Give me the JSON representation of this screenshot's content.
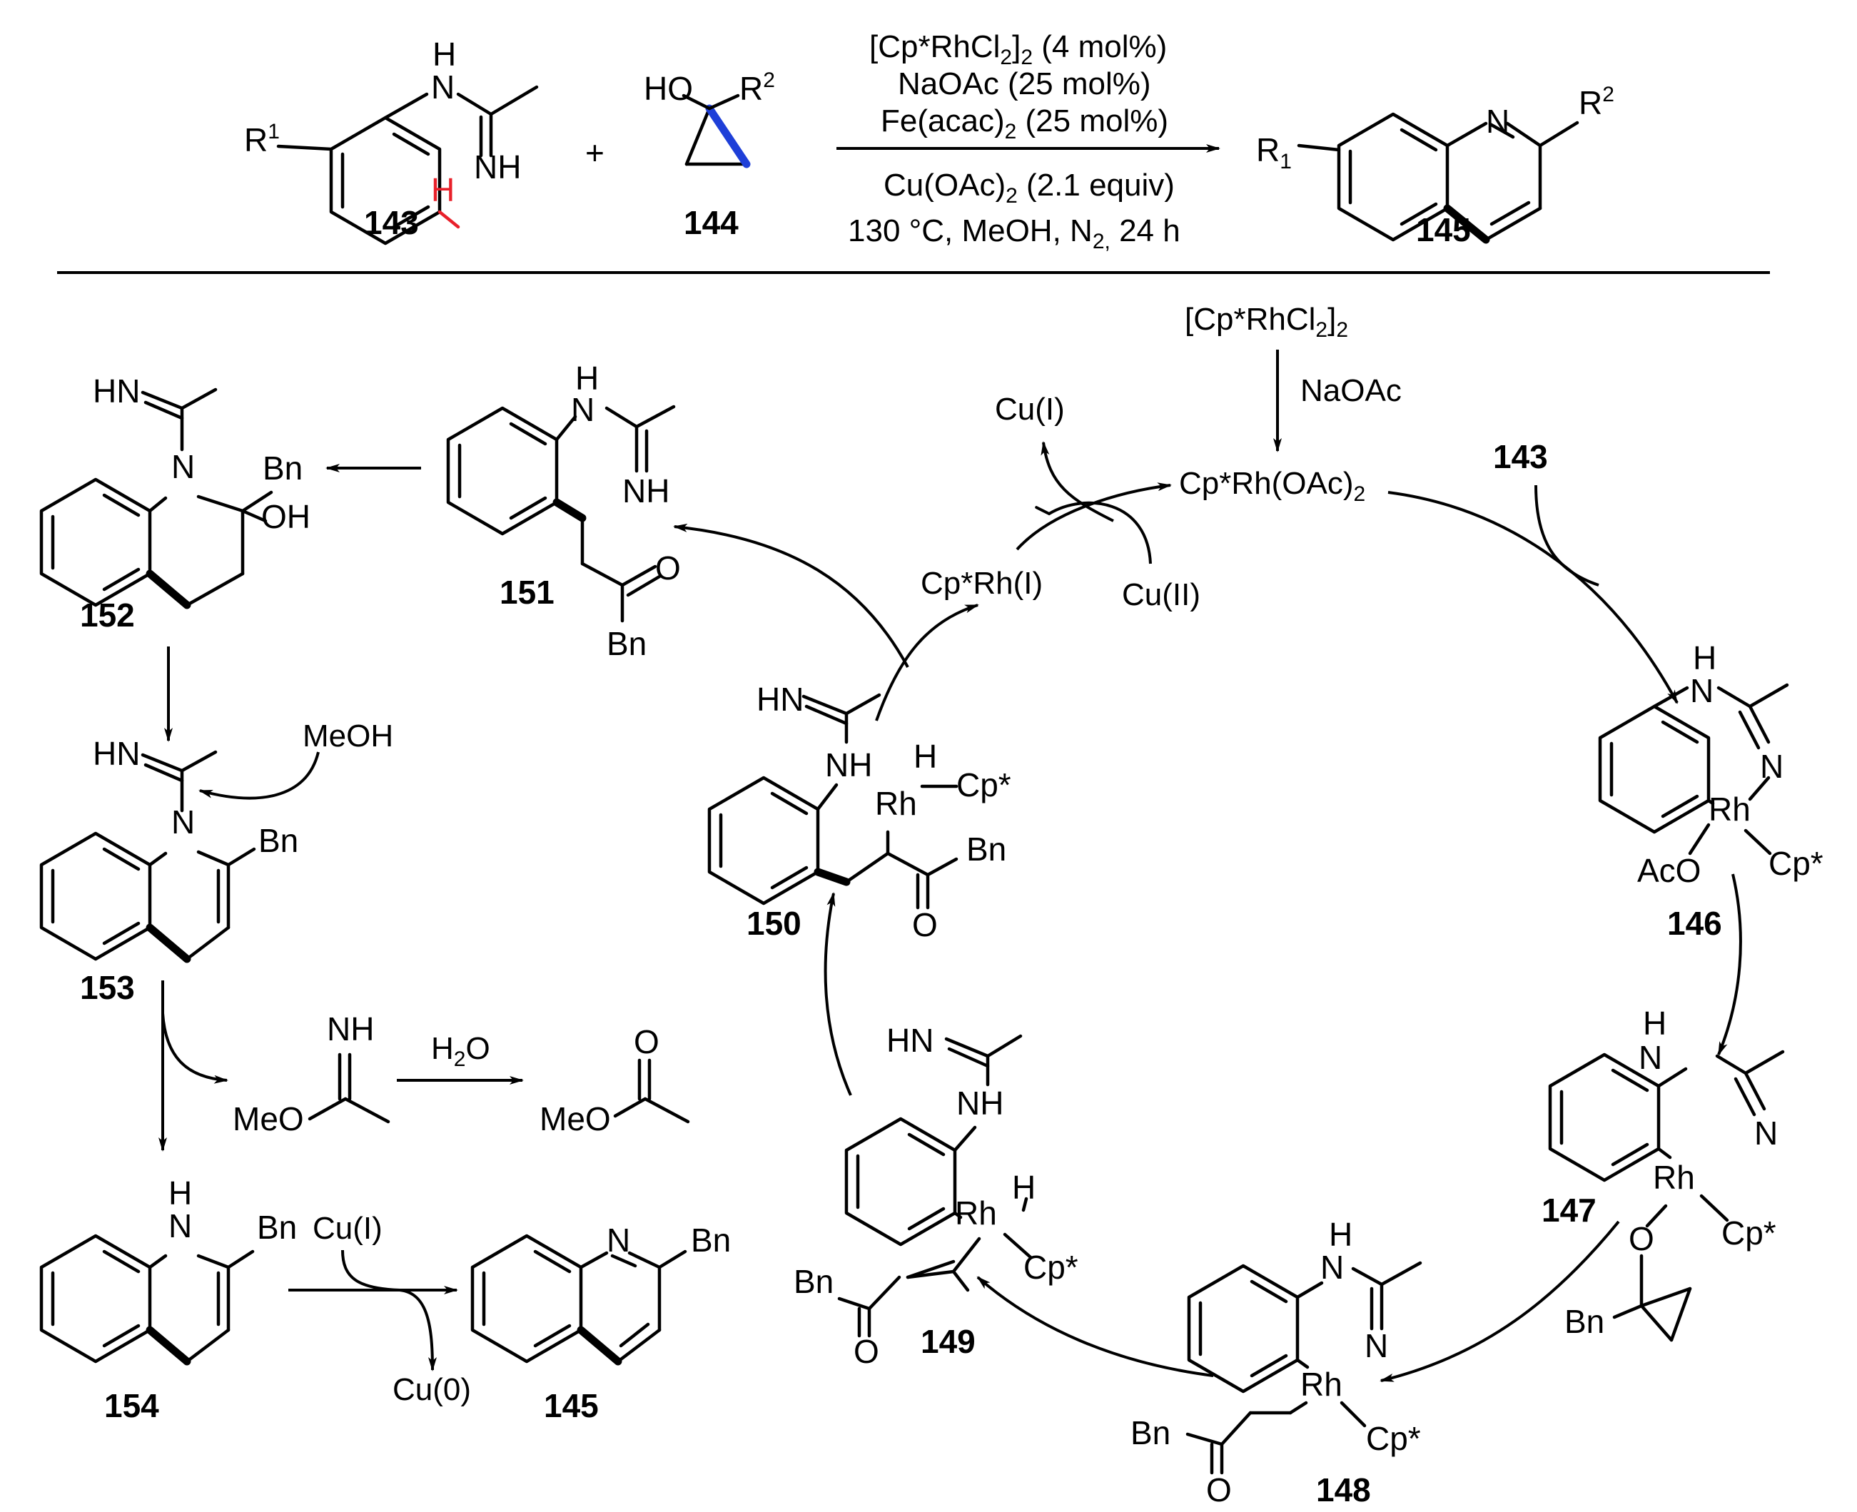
{
  "reaction": {
    "reactant1": "143",
    "reactant2": "144",
    "product": "145",
    "plus": "+",
    "conditions": {
      "line1_a": "[Cp*RhCl",
      "line1_sub1": "2",
      "line1_b": "]",
      "line1_sub2": "2",
      "line1_c": " (4 mol%)",
      "line2": "NaOAc (25 mol%)",
      "line3_a": "Fe(acac)",
      "line3_sub": "2",
      "line3_b": " (25 mol%)",
      "line4_a": "Cu(OAc)",
      "line4_sub": "2",
      "line4_b": " (2.1 equiv)",
      "line5_a": "130 °C, MeOH, N",
      "line5_sub": "2,",
      "line5_b": " 24 h"
    },
    "atoms": {
      "R1_143": "R",
      "R1_143_sup": "1",
      "H_red": "H",
      "NH_143": "H",
      "N_143": "N",
      "NH2_143": "NH",
      "HO_144": "HO",
      "R2_144": "R",
      "R2_144_sup": "2",
      "R1_145": "R",
      "R1_145_sub": "1",
      "N_145": "N",
      "R2_145": "R",
      "R2_145_sup": "2"
    },
    "bond_colors": {
      "highlight_H": "#e8202a",
      "highlight_bond": "#1e3fd8"
    }
  },
  "cycle": {
    "rh_precursor_a": "[Cp*RhCl",
    "rh_precursor_sub1": "2",
    "rh_precursor_b": "]",
    "rh_precursor_sub2": "2",
    "naoac": "NaOAc",
    "active_cat_a": "Cp*Rh(OAc)",
    "active_cat_sub": "2",
    "reagent_143": "143",
    "cu1": "Cu(I)",
    "cu2": "Cu(II)",
    "rh1": "Cp*Rh(I)",
    "meoh": "MeOH",
    "h2o_a": "H",
    "h2o_sub": "2",
    "h2o_b": "O",
    "cu1_b": "Cu(I)",
    "cu0": "Cu(0)",
    "compounds": [
      "146",
      "147",
      "148",
      "149",
      "150",
      "151",
      "152",
      "153",
      "154",
      "145"
    ],
    "atoms": {
      "NH": "NH",
      "N": "N",
      "H": "H",
      "HN": "HN",
      "Rh": "Rh",
      "Cp": "Cp*",
      "AcO": "AcO",
      "O": "O",
      "Bn": "Bn",
      "OH": "OH",
      "MeO": "MeO"
    }
  }
}
